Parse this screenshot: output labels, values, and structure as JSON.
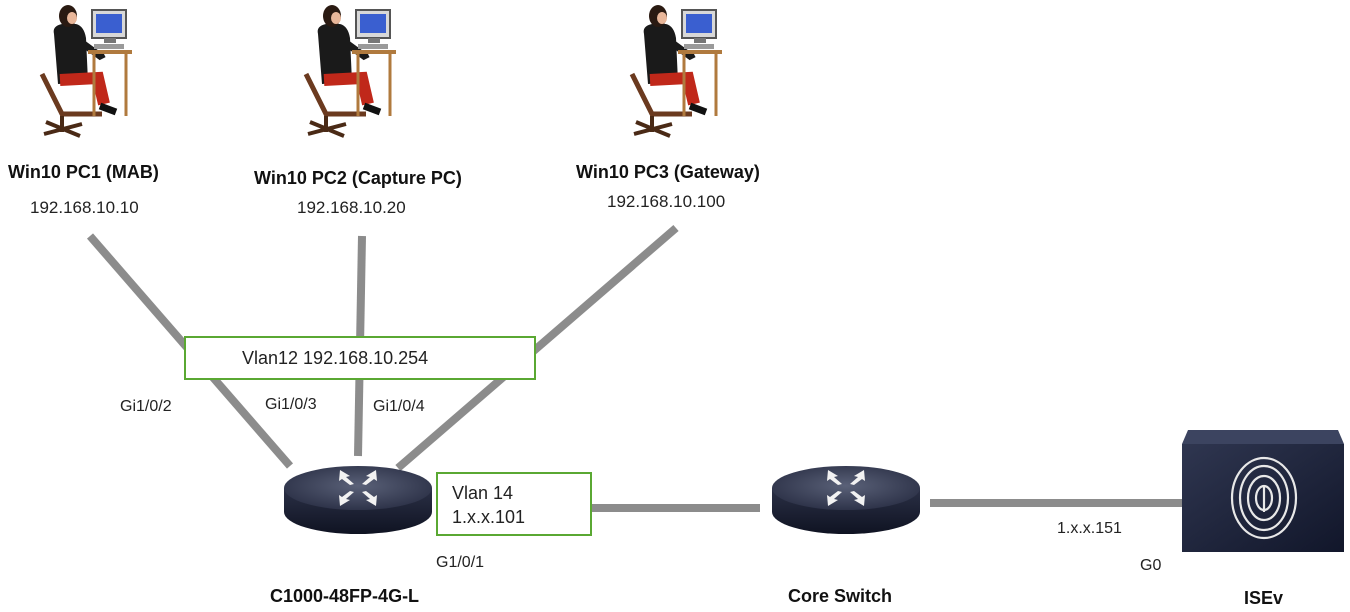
{
  "colors": {
    "link": "#8c8c8c",
    "box_border": "#5aa832",
    "device_body": "#2a2f45",
    "ise_body": "#1c2236"
  },
  "icons": {
    "pc": "user-at-computer-icon",
    "switch": "router-switch-icon",
    "ise": "fingerprint-appliance-icon"
  },
  "pcs": [
    {
      "name": "Win10 PC1 (MAB)",
      "ip": "192.168.10.10"
    },
    {
      "name": "Win10 PC2 (Capture PC)",
      "ip": "192.168.10.20"
    },
    {
      "name": "Win10 PC3 (Gateway)",
      "ip": "192.168.10.100"
    }
  ],
  "ports": {
    "pc1": "Gi1/0/2",
    "pc2": "Gi1/0/3",
    "pc3": "Gi1/0/4",
    "uplink": "G1/0/1",
    "ise_ip": "1.x.x.151",
    "ise_port": "G0"
  },
  "vlan12": {
    "label": "Vlan12 192.168.10.254"
  },
  "vlan14": {
    "line1": "Vlan 14",
    "line2": "1.x.x.101"
  },
  "devices": {
    "access_switch": "C1000-48FP-4G-L",
    "core_switch": "Core Switch",
    "ise": "ISEv"
  }
}
